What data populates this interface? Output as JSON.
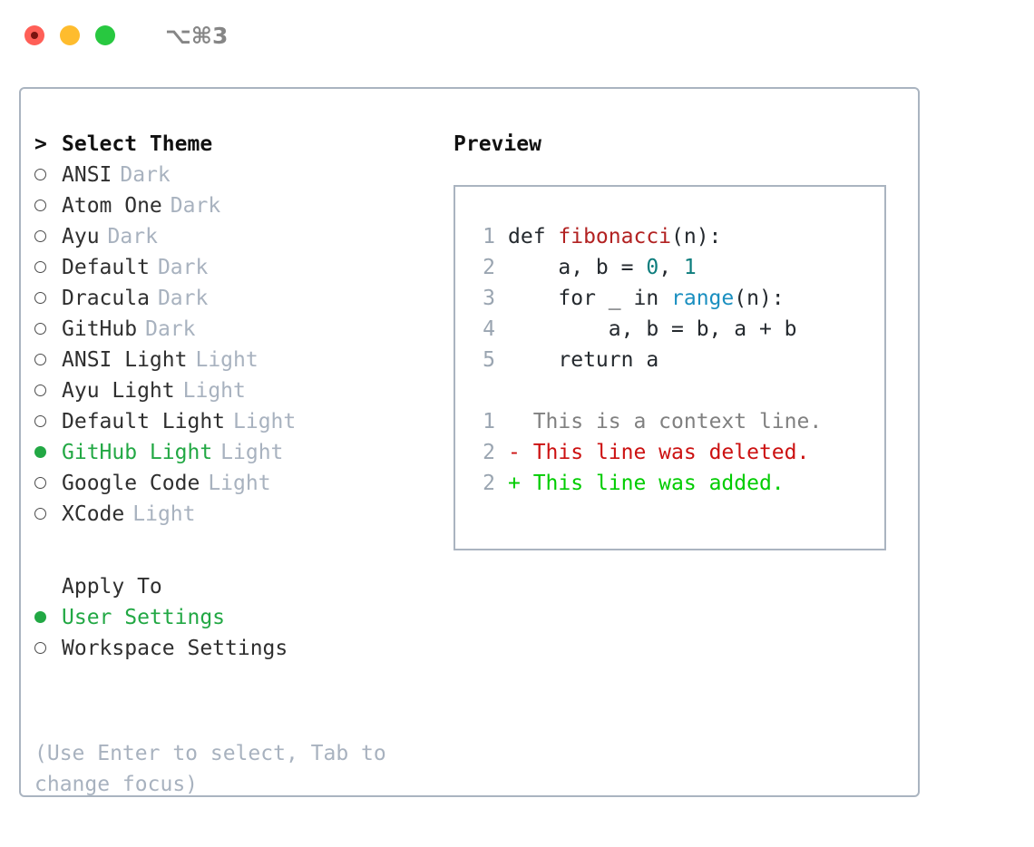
{
  "titlebar": {
    "shortcut": "⌥⌘3",
    "buttons": [
      {
        "name": "close",
        "color": "#ff5f57"
      },
      {
        "name": "minimize",
        "color": "#febc2e"
      },
      {
        "name": "maximize",
        "color": "#28c840"
      }
    ]
  },
  "theme_picker": {
    "heading_marker": ">",
    "heading": "Select Theme",
    "items": [
      {
        "marker": "o",
        "label": "ANSI",
        "tag": "Dark",
        "selected": false
      },
      {
        "marker": "o",
        "label": "Atom One",
        "tag": "Dark",
        "selected": false
      },
      {
        "marker": "o",
        "label": "Ayu",
        "tag": "Dark",
        "selected": false
      },
      {
        "marker": "o",
        "label": "Default",
        "tag": "Dark",
        "selected": false
      },
      {
        "marker": "o",
        "label": "Dracula",
        "tag": "Dark",
        "selected": false
      },
      {
        "marker": "o",
        "label": "GitHub",
        "tag": "Dark",
        "selected": false
      },
      {
        "marker": "o",
        "label": "ANSI Light",
        "tag": "Light",
        "selected": false
      },
      {
        "marker": "o",
        "label": "Ayu Light",
        "tag": "Light",
        "selected": false
      },
      {
        "marker": "o",
        "label": "Default Light",
        "tag": "Light",
        "selected": false
      },
      {
        "marker": "●",
        "label": "GitHub Light",
        "tag": "Light",
        "selected": true
      },
      {
        "marker": "o",
        "label": "Google Code",
        "tag": "Light",
        "selected": false
      },
      {
        "marker": "o",
        "label": "XCode",
        "tag": "Light",
        "selected": false
      }
    ]
  },
  "apply_to": {
    "heading": "Apply To",
    "items": [
      {
        "marker": "●",
        "label": "User Settings",
        "selected": true
      },
      {
        "marker": "o",
        "label": "Workspace Settings",
        "selected": false
      }
    ]
  },
  "hint": "(Use Enter to select, Tab to change focus)",
  "preview": {
    "title": "Preview",
    "code_lines": [
      {
        "no": "1",
        "segments": [
          {
            "text": "def ",
            "token": "plain"
          },
          {
            "text": "fibonacci",
            "token": "function"
          },
          {
            "text": "(n):",
            "token": "plain"
          }
        ]
      },
      {
        "no": "2",
        "segments": [
          {
            "text": "    a, b = ",
            "token": "plain"
          },
          {
            "text": "0",
            "token": "number"
          },
          {
            "text": ", ",
            "token": "plain"
          },
          {
            "text": "1",
            "token": "number"
          }
        ]
      },
      {
        "no": "3",
        "segments": [
          {
            "text": "    for _ in ",
            "token": "plain"
          },
          {
            "text": "range",
            "token": "call"
          },
          {
            "text": "(n):",
            "token": "plain"
          }
        ]
      },
      {
        "no": "4",
        "segments": [
          {
            "text": "        a, b = b, a + b",
            "token": "plain"
          }
        ]
      },
      {
        "no": "5",
        "segments": [
          {
            "text": "    return a",
            "token": "plain"
          }
        ]
      }
    ],
    "diff_lines": [
      {
        "no": "1",
        "sign": " ",
        "text": "This is a context line.",
        "kind": "context"
      },
      {
        "no": "2",
        "sign": "-",
        "text": "This line was deleted.",
        "kind": "deleted"
      },
      {
        "no": "2",
        "sign": "+",
        "text": "This line was added.",
        "kind": "added"
      }
    ]
  },
  "colors": {
    "selection_green": "#22a844",
    "tag_grey": "#a8b2bf",
    "border": "#aab4c0",
    "function_red": "#b22222",
    "number_teal": "#0d7d7d",
    "call_blue": "#1a8fc0",
    "diff_deleted": "#cc1111",
    "diff_added": "#00cc00",
    "diff_context": "#808080"
  }
}
